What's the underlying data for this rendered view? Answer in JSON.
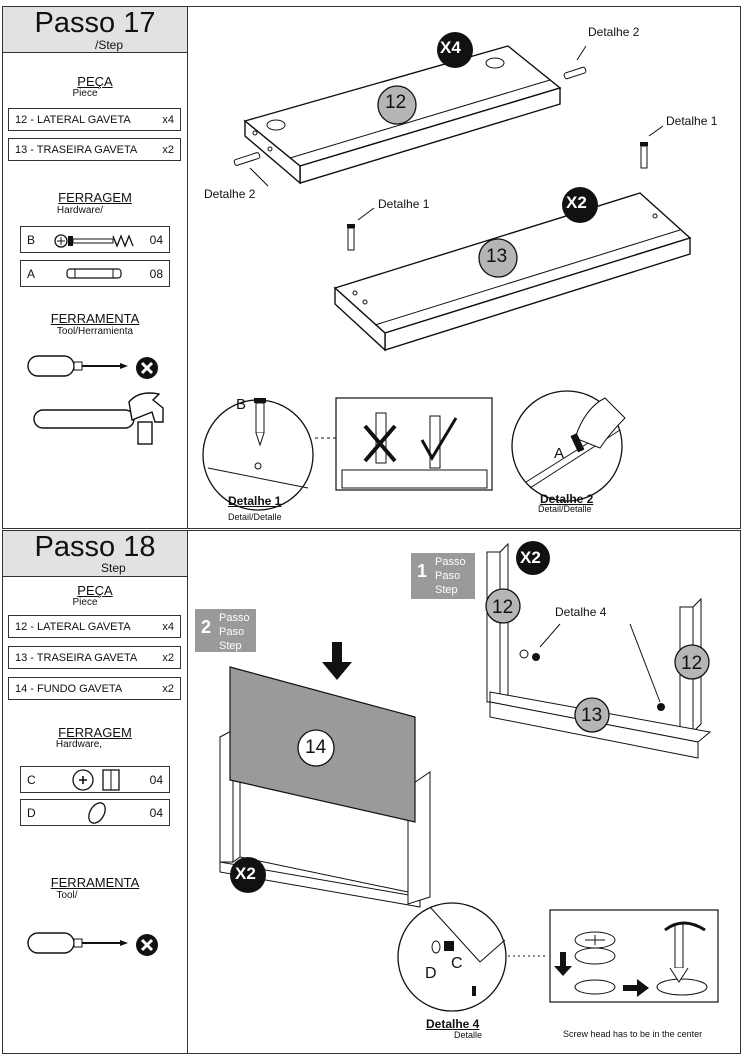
{
  "step17": {
    "title": "Passo 17",
    "subtitle": "/Step",
    "piece_title": "PEÇA",
    "piece_sub": "Piece",
    "pieces": [
      {
        "label": "12 - LATERAL GAVETA",
        "qty": "x4"
      },
      {
        "label": "13 - TRASEIRA GAVETA",
        "qty": "x2"
      }
    ],
    "hardware_title": "FERRAGEM",
    "hardware_sub": "Hardware/",
    "hardware": [
      {
        "code": "B",
        "qty": "04",
        "icon": "screw-icon"
      },
      {
        "code": "A",
        "qty": "08",
        "icon": "dowel-icon"
      }
    ],
    "tool_title": "FERRAMENTA",
    "tool_sub": "Tool/Herramienta",
    "diagram": {
      "mult_a": "X4",
      "mult_b": "X2",
      "part_a": "12",
      "part_b": "13",
      "callout_detail2": "Detalhe 2",
      "callout_detail1": "Detalhe 1",
      "detail1_letter": "B",
      "detail2_letter": "A",
      "detail1_caption": "Detalhe 1",
      "detail1_sub": "Detail/Detalle",
      "detail2_caption": "Detalhe 2",
      "detail2_sub": "Detail/Detalle"
    }
  },
  "step18": {
    "title": "Passo 18",
    "subtitle": "Step",
    "piece_title": "PEÇA",
    "piece_sub": "Piece",
    "pieces": [
      {
        "label": "12 - LATERAL GAVETA",
        "qty": "x4"
      },
      {
        "label": "13 - TRASEIRA GAVETA",
        "qty": "x2"
      },
      {
        "label": "14 - FUNDO GAVETA",
        "qty": "x2"
      }
    ],
    "hardware_title": "FERRAGEM",
    "hardware_sub": "Hardware,",
    "hardware": [
      {
        "code": "C",
        "qty": "04",
        "icon": "cam-lock-icon"
      },
      {
        "code": "D",
        "qty": "04",
        "icon": "cam-bolt-icon"
      }
    ],
    "tool_title": "FERRAMENTA",
    "tool_sub": "Tool/",
    "diagram": {
      "substep1_num": "1",
      "substep1_text": [
        "Passo",
        "Paso",
        "Step"
      ],
      "substep2_num": "2",
      "substep2_text": [
        "Passo",
        "Paso",
        "Step"
      ],
      "mult_top": "X2",
      "mult_bottom": "X2",
      "part_left": "12",
      "part_right": "12",
      "part_bottom": "13",
      "part_panel": "14",
      "callout_detail4": "Detalhe 4",
      "detail4_c": "C",
      "detail4_d": "D",
      "detail4_caption": "Detalhe 4",
      "detail4_sub": "Detalle",
      "screw_note": "Screw head has to be in the center"
    }
  }
}
